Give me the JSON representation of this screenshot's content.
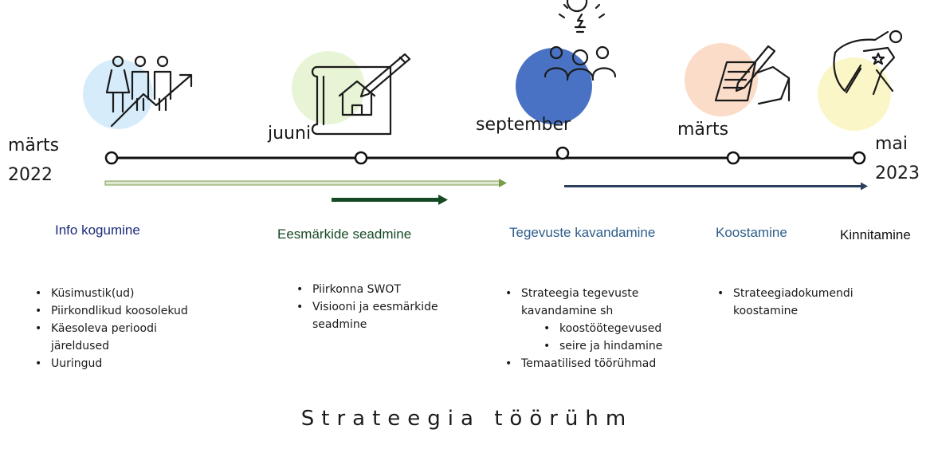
{
  "milestones": [
    {
      "label_line1": "märts",
      "label_line2": "2022"
    },
    {
      "label_line1": "juuni"
    },
    {
      "label_line1": "september"
    },
    {
      "label_line1": "märts"
    },
    {
      "label_line1": "mai",
      "label_line2": "2023"
    }
  ],
  "phases": [
    {
      "title": "Info kogumine",
      "color": "#1b2a7a"
    },
    {
      "title": "Eesmärkide seadmine",
      "color": "#154a25"
    },
    {
      "title": "Tegevuste kavandamine",
      "color": "#2e5e8c"
    },
    {
      "title": "Koostamine",
      "color": "#2e5e8c"
    },
    {
      "title": "Kinnitamine",
      "color": "#111111"
    }
  ],
  "lists": {
    "info": [
      "Küsimustik(ud)",
      "Piirkondlikud koosolekud",
      "Käesoleva perioodi järeldused",
      "Uuringud"
    ],
    "goals": [
      "Piirkonna SWOT",
      "Visiooni ja eesmärkide seadmine"
    ],
    "activities": {
      "main": "Strateegia tegevuste kavandamine sh",
      "sub": [
        "koostöötegevused",
        "seire ja hindamine"
      ],
      "last": "Temaatilised töörühmad"
    },
    "compose": [
      "Strateegiadokumendi koostamine"
    ]
  },
  "footer": "Strateegia töörühm",
  "icons": [
    "people-growth-icon",
    "house-plan-icon",
    "team-idea-icon",
    "document-writing-icon",
    "superhero-icon"
  ],
  "colors": {
    "circle_blue_light": "#d6ecfb",
    "circle_green_light": "#e8f4d6",
    "circle_blue_dark": "#4a72c4",
    "circle_orange_light": "#fbdcc8",
    "circle_yellow_light": "#fbf6c8",
    "arrow_green_light": "#7a9a4a",
    "arrow_green_dark": "#154a25",
    "arrow_navy": "#2d3e5e"
  }
}
